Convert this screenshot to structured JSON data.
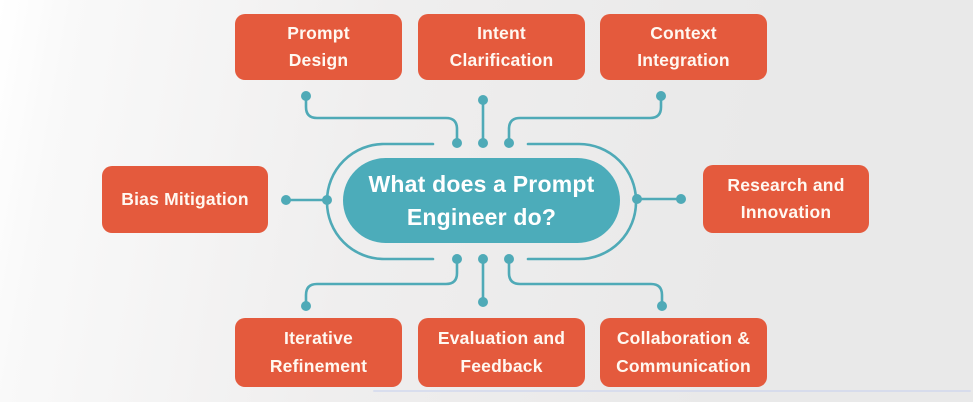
{
  "diagram": {
    "center": {
      "title": "What does a Prompt\nEngineer do?"
    },
    "nodes": [
      {
        "id": "prompt-design",
        "label": "Prompt\nDesign",
        "position": "top-left"
      },
      {
        "id": "intent-clarification",
        "label": "Intent\nClarification",
        "position": "top-center"
      },
      {
        "id": "context-integration",
        "label": "Context\nIntegration",
        "position": "top-right"
      },
      {
        "id": "bias-mitigation",
        "label": "Bias Mitigation",
        "position": "middle-left"
      },
      {
        "id": "research-and-innovation",
        "label": "Research and\nInnovation",
        "position": "middle-right"
      },
      {
        "id": "iterative-refinement",
        "label": "Iterative\nRefinement",
        "position": "bottom-left"
      },
      {
        "id": "evaluation-and-feedback",
        "label": "Evaluation and\nFeedback",
        "position": "bottom-center"
      },
      {
        "id": "collaboration-communication",
        "label": "Collaboration &\nCommunication",
        "position": "bottom-right"
      }
    ],
    "colors": {
      "node_fill": "#e45a3d",
      "center_fill": "#4cacba",
      "connector": "#4faab7",
      "node_text": "#fff8f1",
      "center_text": "#ffffff",
      "background_start": "#ffffff",
      "background_end": "#e9e9e9"
    }
  }
}
